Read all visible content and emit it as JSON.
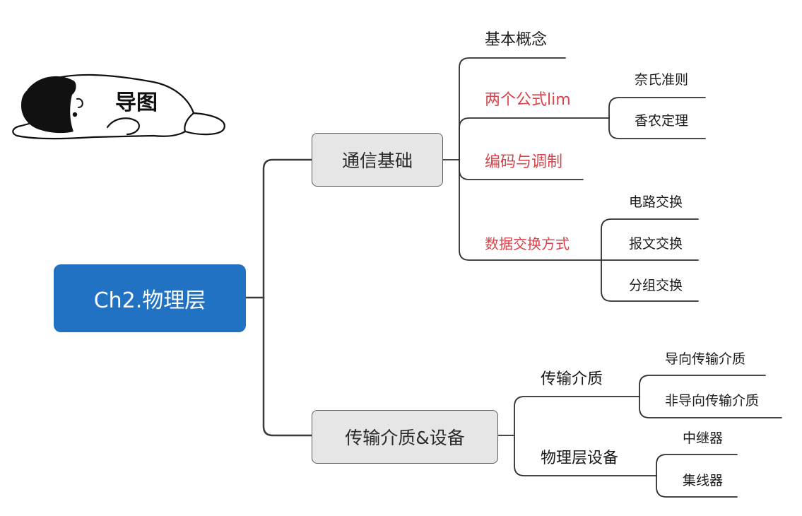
{
  "sticker": {
    "text": "导图"
  },
  "root": {
    "label": "Ch2.物理层"
  },
  "branches": [
    {
      "label": "通信基础",
      "children": [
        {
          "label": "基本概念",
          "highlight": false,
          "children": []
        },
        {
          "label": "两个公式lim",
          "highlight": true,
          "children": [
            "奈氏准则",
            "香农定理"
          ]
        },
        {
          "label": "编码与调制",
          "highlight": true,
          "children": []
        },
        {
          "label": "数据交换方式",
          "highlight": true,
          "children": [
            "电路交换",
            "报文交换",
            "分组交换"
          ]
        }
      ]
    },
    {
      "label": "传输介质&设备",
      "children": [
        {
          "label": "传输介质",
          "highlight": false,
          "children": [
            "导向传输介质",
            "非导向传输介质"
          ]
        },
        {
          "label": "物理层设备",
          "highlight": false,
          "children": [
            "中继器",
            "集线器"
          ]
        }
      ]
    }
  ],
  "colors": {
    "root_fill": "#2272c3",
    "main_fill": "#e6e6e6",
    "highlight_text": "#d9434b",
    "connector": "#3a3a3a"
  }
}
